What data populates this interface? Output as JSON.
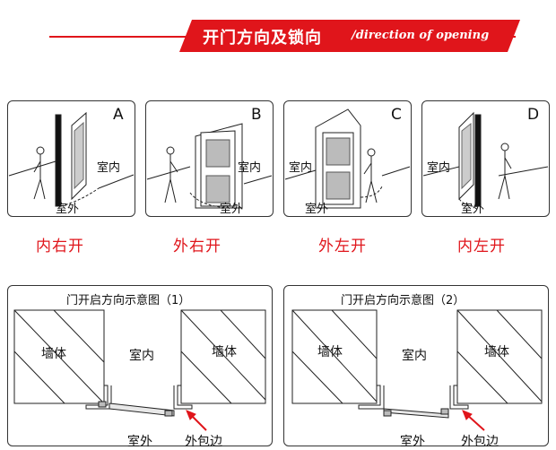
{
  "header": {
    "title_cn": "开门方向及锁向",
    "title_en": "/direction of opening"
  },
  "panels": [
    {
      "letter": "A",
      "inside": "室内",
      "outside": "室外",
      "caption": "内右开"
    },
    {
      "letter": "B",
      "inside": "室内",
      "outside": "室外",
      "caption": "外右开"
    },
    {
      "letter": "C",
      "inside": "室内",
      "outside": "室外",
      "caption": "外左开"
    },
    {
      "letter": "D",
      "inside": "室内",
      "outside": "室外",
      "caption": "内左开"
    }
  ],
  "diagrams": [
    {
      "title": "门开启方向示意图（1）",
      "wall_left": "墙体",
      "wall_right": "墙体",
      "inside": "室内",
      "outside": "室外",
      "trim": "外包边"
    },
    {
      "title": "门开启方向示意图（2）",
      "wall_left": "墙体",
      "wall_right": "墙体",
      "inside": "室内",
      "outside": "室外",
      "trim": "外包边"
    }
  ],
  "colors": {
    "accent": "#e0151b"
  }
}
